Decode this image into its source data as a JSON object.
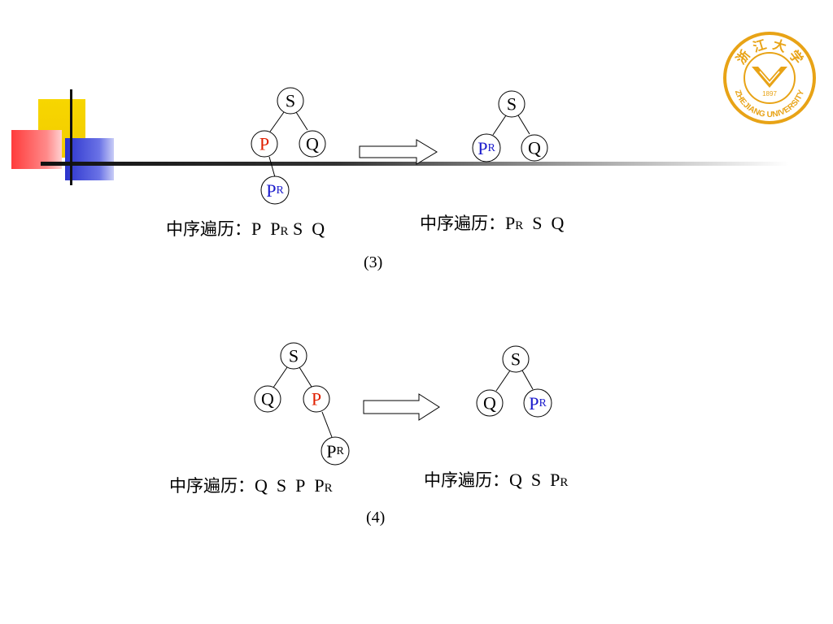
{
  "logo": {
    "top_text": "浙 江 大 学",
    "year": "1897",
    "bottom_text": "ZHEJIANG UNIVERSITY",
    "color": "#e8a316"
  },
  "colors": {
    "highlight_red": "#e02000",
    "highlight_blue": "#1a1acc",
    "text": "#000000"
  },
  "arrow_label": "",
  "case3": {
    "label": "(3)",
    "before": {
      "nodes": {
        "s": "S",
        "p": "P",
        "q": "Q",
        "pr_main": "P",
        "pr_sub": "R"
      },
      "caption": {
        "prefix": "中序遍历：",
        "t1": "P",
        "t2_main": "P",
        "t2_sub": "R",
        "t3": "S",
        "t4": "Q"
      }
    },
    "after": {
      "nodes": {
        "s": "S",
        "pr_main": "P",
        "pr_sub": "R",
        "q": "Q"
      },
      "caption": {
        "prefix": "中序遍历：",
        "t1_main": "P",
        "t1_sub": "R",
        "t2": "S",
        "t3": "Q"
      }
    }
  },
  "case4": {
    "label": "(4)",
    "before": {
      "nodes": {
        "s": "S",
        "q": "Q",
        "p": "P",
        "pr_main": "P",
        "pr_sub": "R"
      },
      "caption": {
        "prefix": "中序遍历：",
        "t1": "Q",
        "t2": "S",
        "t3": "P",
        "t4_main": "P",
        "t4_sub": "R"
      }
    },
    "after": {
      "nodes": {
        "s": "S",
        "q": "Q",
        "pr_main": "P",
        "pr_sub": "R"
      },
      "caption": {
        "prefix": "中序遍历：",
        "t1": "Q",
        "t2": "S",
        "t3_main": "P",
        "t3_sub": "R"
      }
    }
  }
}
